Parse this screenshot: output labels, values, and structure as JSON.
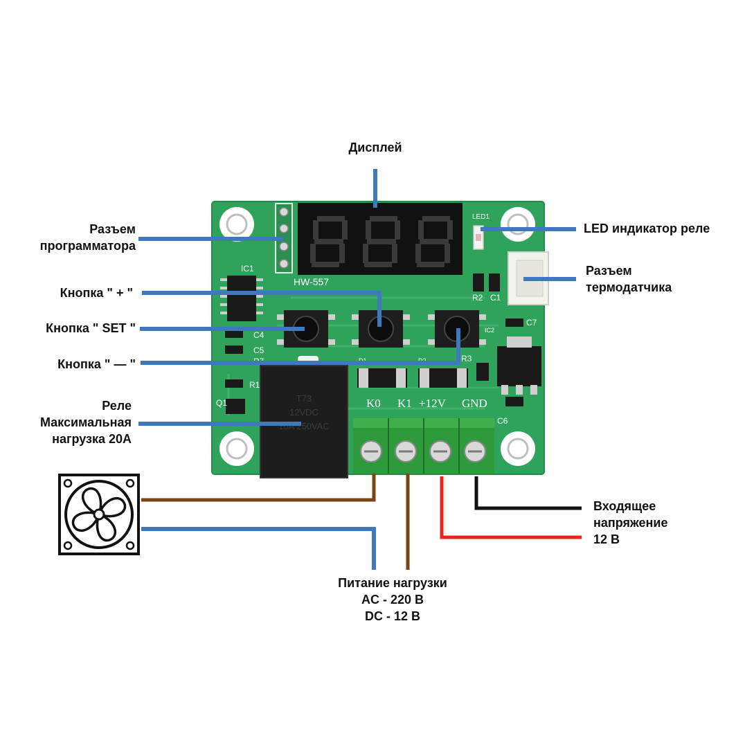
{
  "labels": {
    "display": "Дисплей",
    "prog_connector": [
      "Разъем",
      "программатора"
    ],
    "btn_plus": "Кнопка \" + \"",
    "btn_set": "Кнопка \" SET \"",
    "btn_minus": "Кнопка \" — \"",
    "relay": [
      "Реле",
      "Максимальная",
      "нагрузка 20А"
    ],
    "led_relay": "LED индикатор реле",
    "sensor_connector": [
      "Разъем",
      "термодатчика"
    ],
    "input_voltage": [
      "Входящее",
      "напряжение",
      "12 В"
    ],
    "load_power": [
      "Питание нагрузки",
      "AC - 220 В",
      "DC - 12 В"
    ]
  },
  "board": {
    "model": "HW-557",
    "terminals": [
      "K0",
      "K1",
      "+12V",
      "GND"
    ],
    "silkscreen": [
      "IC1",
      "LED1",
      "R2",
      "C1",
      "C7",
      "C4",
      "C5",
      "R7",
      "R1",
      "Q1",
      "D1",
      "D2",
      "R3",
      "IC2",
      "C6"
    ],
    "relay_marks": [
      "T73",
      "12VDC",
      "10A 250VAC"
    ]
  },
  "colors": {
    "pcb": "#2fa35b",
    "pcb_dark": "#1f7f43",
    "leader": "#3f78bd",
    "wire_brown": "#7a4512",
    "wire_red": "#e8251f",
    "wire_black": "#111111",
    "terminal": "#2e9a3c"
  },
  "icons": {
    "fan": "fan-icon",
    "digits": "seven-segment-display"
  }
}
